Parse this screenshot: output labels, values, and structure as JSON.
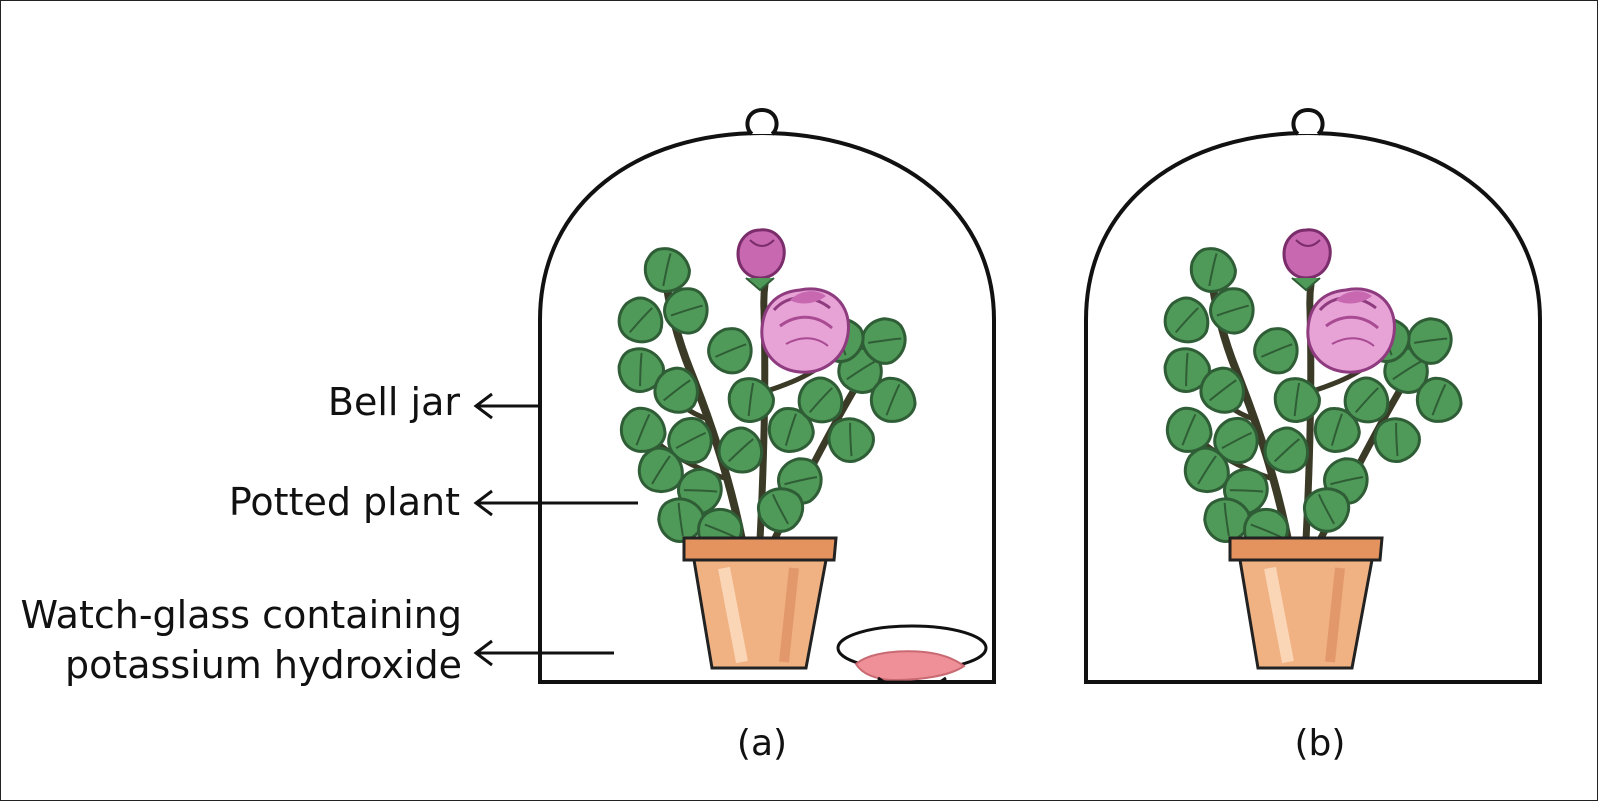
{
  "labels": {
    "bell_jar": "Bell jar",
    "potted_plant": "Potted plant",
    "watch_glass_line1": "Watch-glass containing",
    "watch_glass_line2": "potassium hydroxide"
  },
  "captions": {
    "a": "(a)",
    "b": "(b)"
  },
  "colors": {
    "outline": "#111111",
    "leaf": "#4f9a58",
    "leaf_dark": "#2f5d36",
    "stem": "#3a3a26",
    "rose": "#d77fc0",
    "rose_dark": "#a94b93",
    "pot": "#e9a26f",
    "pot_rim": "#d9875a",
    "koh": "#ef8f98"
  },
  "icons": {
    "arrow": "left-arrow-icon"
  }
}
